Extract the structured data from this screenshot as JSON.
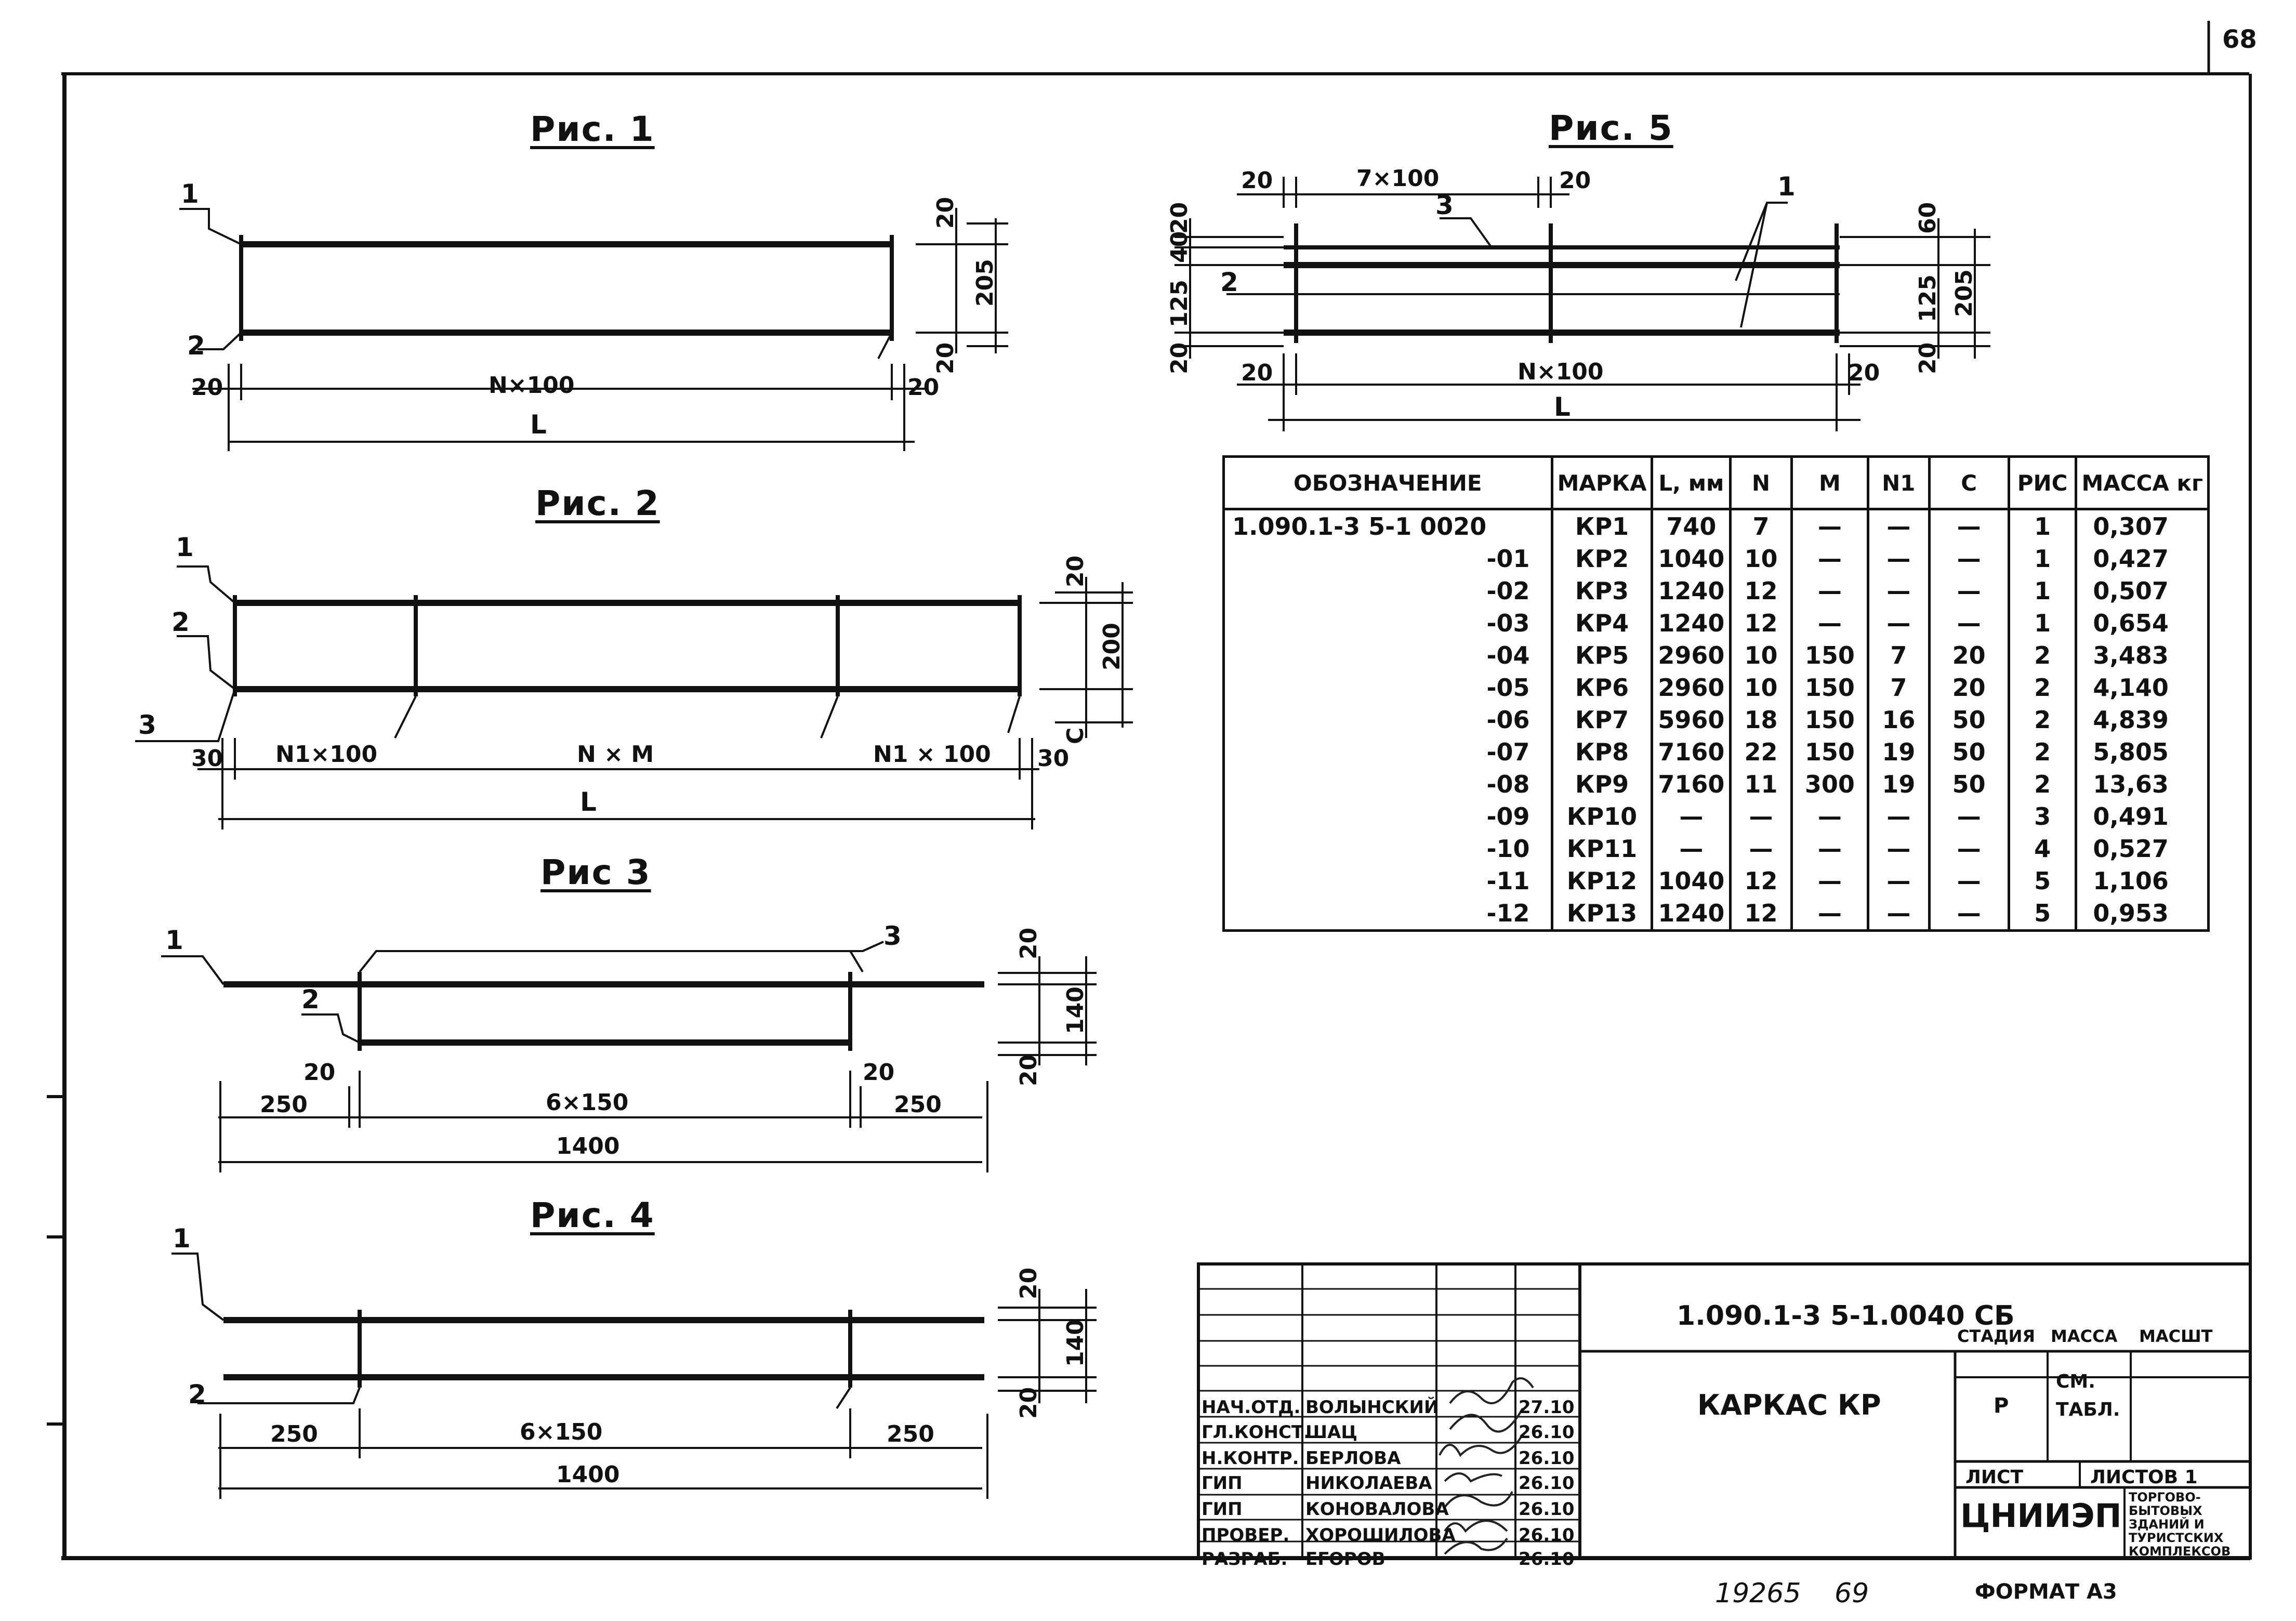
{
  "page_number": "68",
  "figures": {
    "fig1": {
      "title": "Рис. 1",
      "labels": [
        "1",
        "2"
      ],
      "dims": {
        "left": "20",
        "n": "N×100",
        "right": "20",
        "L": "L",
        "top": "20",
        "height": "205",
        "bottom": "20"
      }
    },
    "fig2": {
      "title": "Рис. 2",
      "labels": [
        "1",
        "2",
        "3"
      ],
      "dims": {
        "left": "30",
        "n1a": "N1×100",
        "nm": "N × M",
        "n1b": "N1 × 100",
        "right": "30",
        "L": "L",
        "top": "20",
        "height": "200",
        "c": "C"
      }
    },
    "fig3": {
      "title": "Рис 3",
      "labels": [
        "1",
        "2",
        "3"
      ],
      "dims": {
        "a": "250",
        "gap1": "20",
        "mid": "6×150",
        "gap2": "20",
        "b": "250",
        "total": "1400",
        "top": "20",
        "height": "140",
        "bottom": "20"
      }
    },
    "fig4": {
      "title": "Рис. 4",
      "labels": [
        "1",
        "2"
      ],
      "dims": {
        "a": "250",
        "mid": "6×150",
        "b": "250",
        "total": "1400",
        "top": "20",
        "height": "140",
        "bottom": "20"
      }
    },
    "fig5": {
      "title": "Рис. 5",
      "labels": [
        "1",
        "2",
        "3"
      ],
      "dims": {
        "t1": "20",
        "t2": "7×100",
        "t3": "20",
        "left20": "20",
        "n": "N×100",
        "right20": "20",
        "L": "L",
        "v20a": "20",
        "v40": "40",
        "v125": "125",
        "v20b": "20",
        "r60": "60",
        "r125": "125",
        "r20": "20",
        "r205": "205"
      }
    }
  },
  "table": {
    "headers": [
      "ОБОЗНАЧЕНИЕ",
      "МАРКА",
      "L, мм",
      "N",
      "M",
      "N1",
      "C",
      "РИС",
      "МАССА кг"
    ],
    "rows": [
      [
        "1.090.1-3 5-1 0020",
        "КР1",
        "740",
        "7",
        "—",
        "—",
        "—",
        "1",
        "0,307"
      ],
      [
        "-01",
        "КР2",
        "1040",
        "10",
        "—",
        "—",
        "—",
        "1",
        "0,427"
      ],
      [
        "-02",
        "КР3",
        "1240",
        "12",
        "—",
        "—",
        "—",
        "1",
        "0,507"
      ],
      [
        "-03",
        "КР4",
        "1240",
        "12",
        "—",
        "—",
        "—",
        "1",
        "0,654"
      ],
      [
        "-04",
        "КР5",
        "2960",
        "10",
        "150",
        "7",
        "20",
        "2",
        "3,483"
      ],
      [
        "-05",
        "КР6",
        "2960",
        "10",
        "150",
        "7",
        "20",
        "2",
        "4,140"
      ],
      [
        "-06",
        "КР7",
        "5960",
        "18",
        "150",
        "16",
        "50",
        "2",
        "4,839"
      ],
      [
        "-07",
        "КР8",
        "7160",
        "22",
        "150",
        "19",
        "50",
        "2",
        "5,805"
      ],
      [
        "-08",
        "КР9",
        "7160",
        "11",
        "300",
        "19",
        "50",
        "2",
        "13,63"
      ],
      [
        "-09",
        "КР10",
        "—",
        "—",
        "—",
        "—",
        "—",
        "3",
        "0,491"
      ],
      [
        "-10",
        "КР11",
        "—",
        "—",
        "—",
        "—",
        "—",
        "4",
        "0,527"
      ],
      [
        "-11",
        "КР12",
        "1040",
        "12",
        "—",
        "—",
        "—",
        "5",
        "1,106"
      ],
      [
        "-12",
        "КР13",
        "1240",
        "12",
        "—",
        "—",
        "—",
        "5",
        "0,953"
      ]
    ]
  },
  "title_block": {
    "doc_code": "1.090.1-3 5-1.0040 СБ",
    "name": "КАРКАС КР",
    "stage_label": "СТАДИЯ",
    "mass_label": "МАССА",
    "scale_label": "МАСШТ",
    "stage_value": "Р",
    "mass_value": "СМ. ТАБЛ.",
    "sheet_label": "ЛИСТ",
    "sheets_label": "ЛИСТОВ 1",
    "org": "ЦНИИЭП",
    "org_sub": "ТОРГОВО-БЫТОВЫХ ЗДАНИЙ И ТУРИСТСКИХ КОМПЛЕКСОВ",
    "signatures": [
      {
        "role": "НАЧ.ОТД.",
        "name": "ВОЛЫНСКИЙ",
        "date": "27.10"
      },
      {
        "role": "ГЛ.КОНСТ.",
        "name": "ШАЦ",
        "date": "26.10"
      },
      {
        "role": "Н.КОНТР.",
        "name": "БЕРЛОВА",
        "date": "26.10"
      },
      {
        "role": "ГИП",
        "name": "НИКОЛАЕВА",
        "date": "26.10"
      },
      {
        "role": "ГИП",
        "name": "КОНОВАЛОВА",
        "date": "26.10"
      },
      {
        "role": "ПРОВЕР.",
        "name": "ХОРОШИЛОВА",
        "date": "26.10"
      },
      {
        "role": "РАЗРАБ.",
        "name": "ЕГОРОВ",
        "date": "26.10"
      }
    ]
  },
  "footer": {
    "inventory": "19265",
    "inventory_sheet": "69",
    "format": "ФОРМАТ А3"
  }
}
